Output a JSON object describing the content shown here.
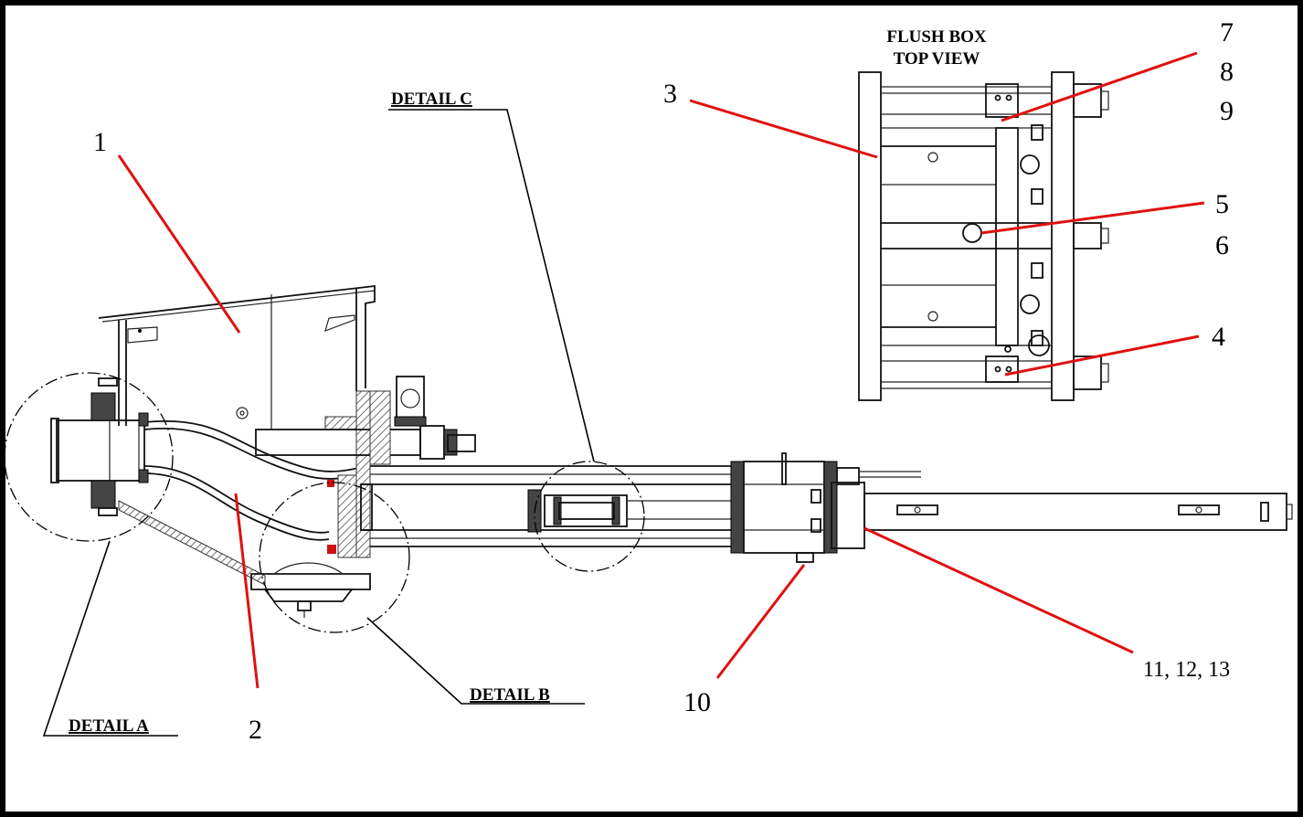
{
  "labels": {
    "flush_box_line1": "FLUSH BOX",
    "flush_box_line2": "TOP VIEW",
    "detail_a": "DETAIL  A",
    "detail_b": "DETAIL B",
    "detail_c": "DETAIL C"
  },
  "part_numbers": {
    "p1": "1",
    "p2": "2",
    "p3": "3",
    "p4": "4",
    "p5": "5",
    "p6": "6",
    "p7": "7",
    "p8": "8",
    "p9": "9",
    "p10": "10",
    "p11_13": "11, 12, 13"
  },
  "colors": {
    "leader": "#e01010",
    "line": "#000000",
    "background": "#ffffff"
  }
}
